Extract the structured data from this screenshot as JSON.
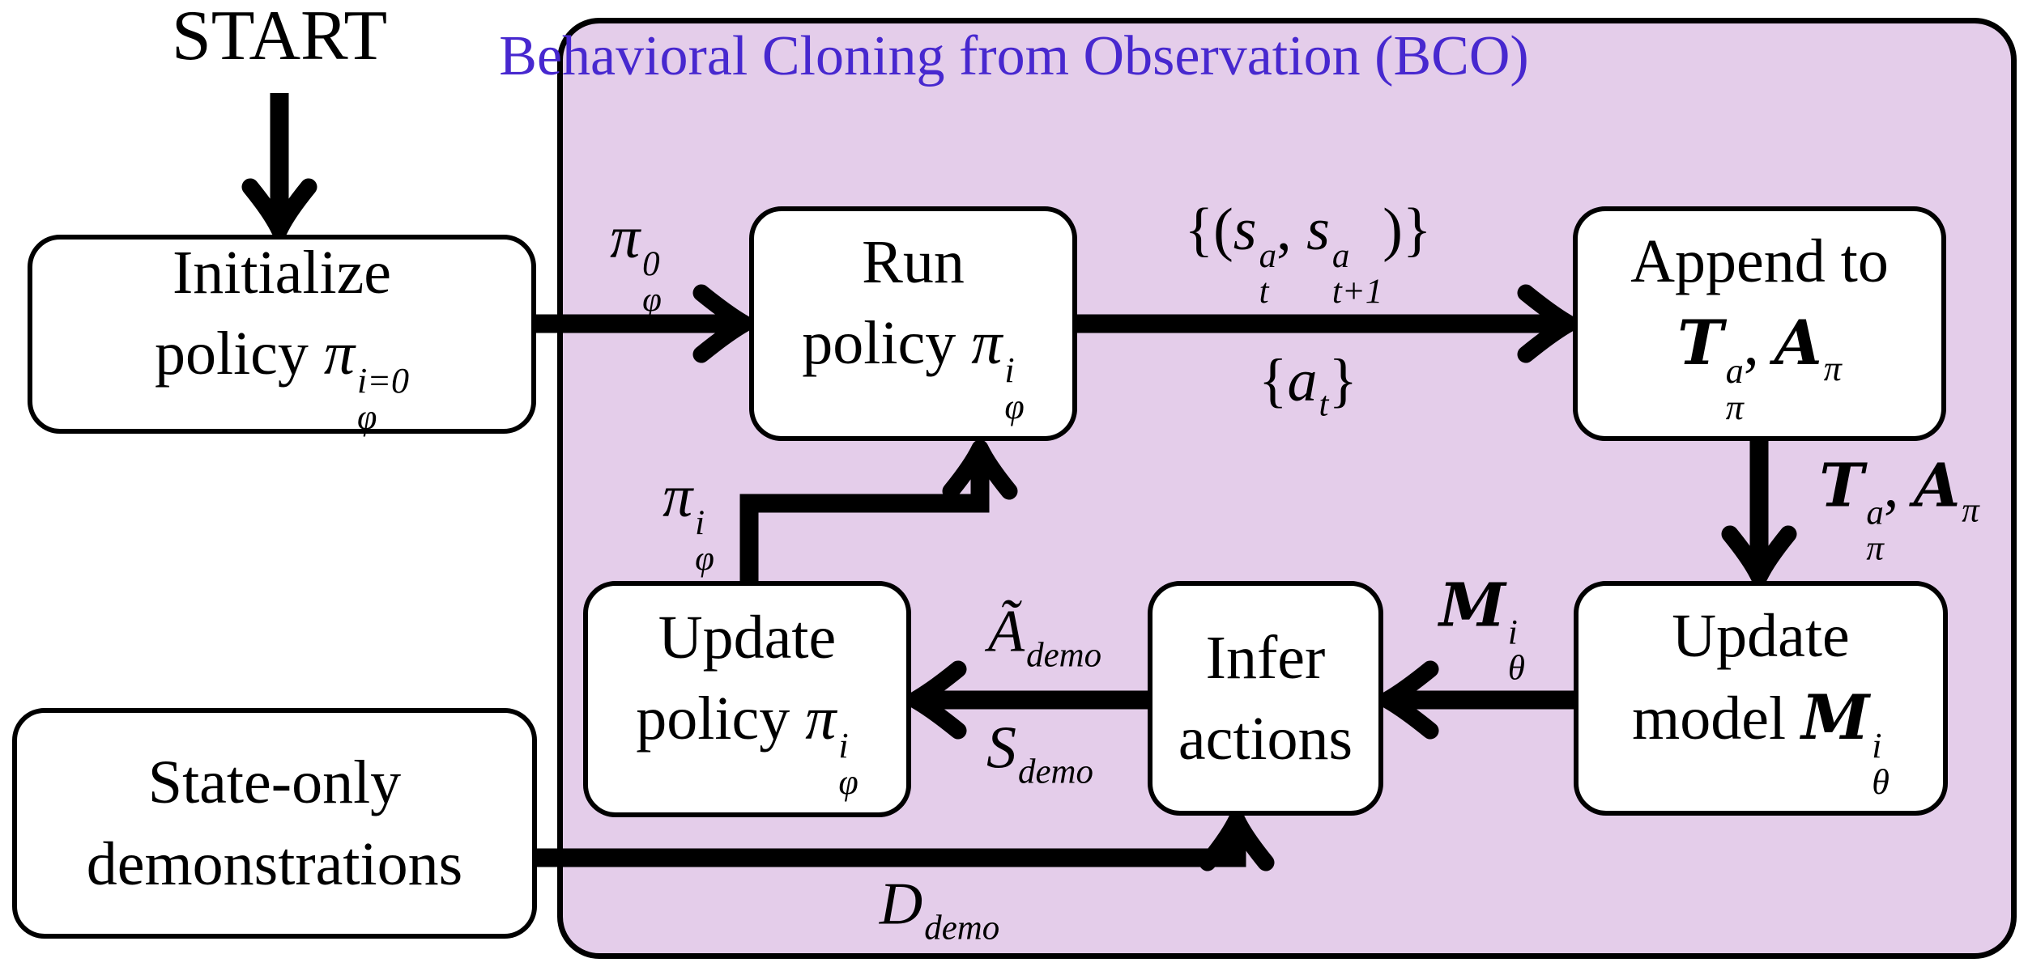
{
  "colors": {
    "container_fill": "#e4cdea",
    "container_border": "#000000",
    "title_color": "#4728cf",
    "node_fill": "#ffffff",
    "wire_color": "#000000"
  },
  "start_label": "START",
  "bco": {
    "title": "Behavioral Cloning from Observation (BCO)"
  },
  "boxes": {
    "initialize": {
      "line1": "Initialize",
      "line2_prefix": "policy ",
      "sym": "π",
      "sup": "i=0",
      "sub": "φ"
    },
    "run_policy": {
      "line1": "Run",
      "line2_prefix": "policy ",
      "sym": "π",
      "sup": "i",
      "sub": "φ"
    },
    "append": {
      "line1": "Append to",
      "t": "T",
      "t_sup": "a",
      "t_sub": "π",
      "comma": ", ",
      "a": "A",
      "a_sub": "π"
    },
    "update_model": {
      "line1": "Update",
      "line2_prefix": "model ",
      "sym": "M",
      "sup": "i",
      "sub": "θ"
    },
    "infer_actions": {
      "line1": "Infer",
      "line2": "actions"
    },
    "update_policy": {
      "line1": "Update",
      "line2_prefix": "policy ",
      "sym": "π",
      "sup": "i",
      "sub": "φ"
    },
    "demonstrations": {
      "line1": "State-only",
      "line2": "demonstrations"
    }
  },
  "edge_labels": {
    "pi_0": {
      "base": "π",
      "sup": "0",
      "sub": "φ"
    },
    "pi_i": {
      "base": "π",
      "sup": "i",
      "sub": "φ"
    },
    "transitions": {
      "open": "{(",
      "s1": "s",
      "s1_sup": "a",
      "s1_sub": "t",
      "comma": ", ",
      "s2": "s",
      "s2_sup": "a",
      "s2_sub": "t+1",
      "close": ")}"
    },
    "actions": {
      "open": "{",
      "base": "a",
      "sub": "t",
      "close": "}"
    },
    "buffers": {
      "t": "T",
      "t_sup": "a",
      "t_sub": "π",
      "comma": ", ",
      "a": "A",
      "a_sub": "π"
    },
    "model": {
      "base": "M",
      "sup": "i",
      "sub": "θ"
    },
    "inferred_actions": {
      "base": "Ã",
      "sub": "demo"
    },
    "demo_states": {
      "base": "S",
      "sub": "demo"
    },
    "demo_dataset": {
      "base": "D",
      "sub": "demo"
    }
  }
}
